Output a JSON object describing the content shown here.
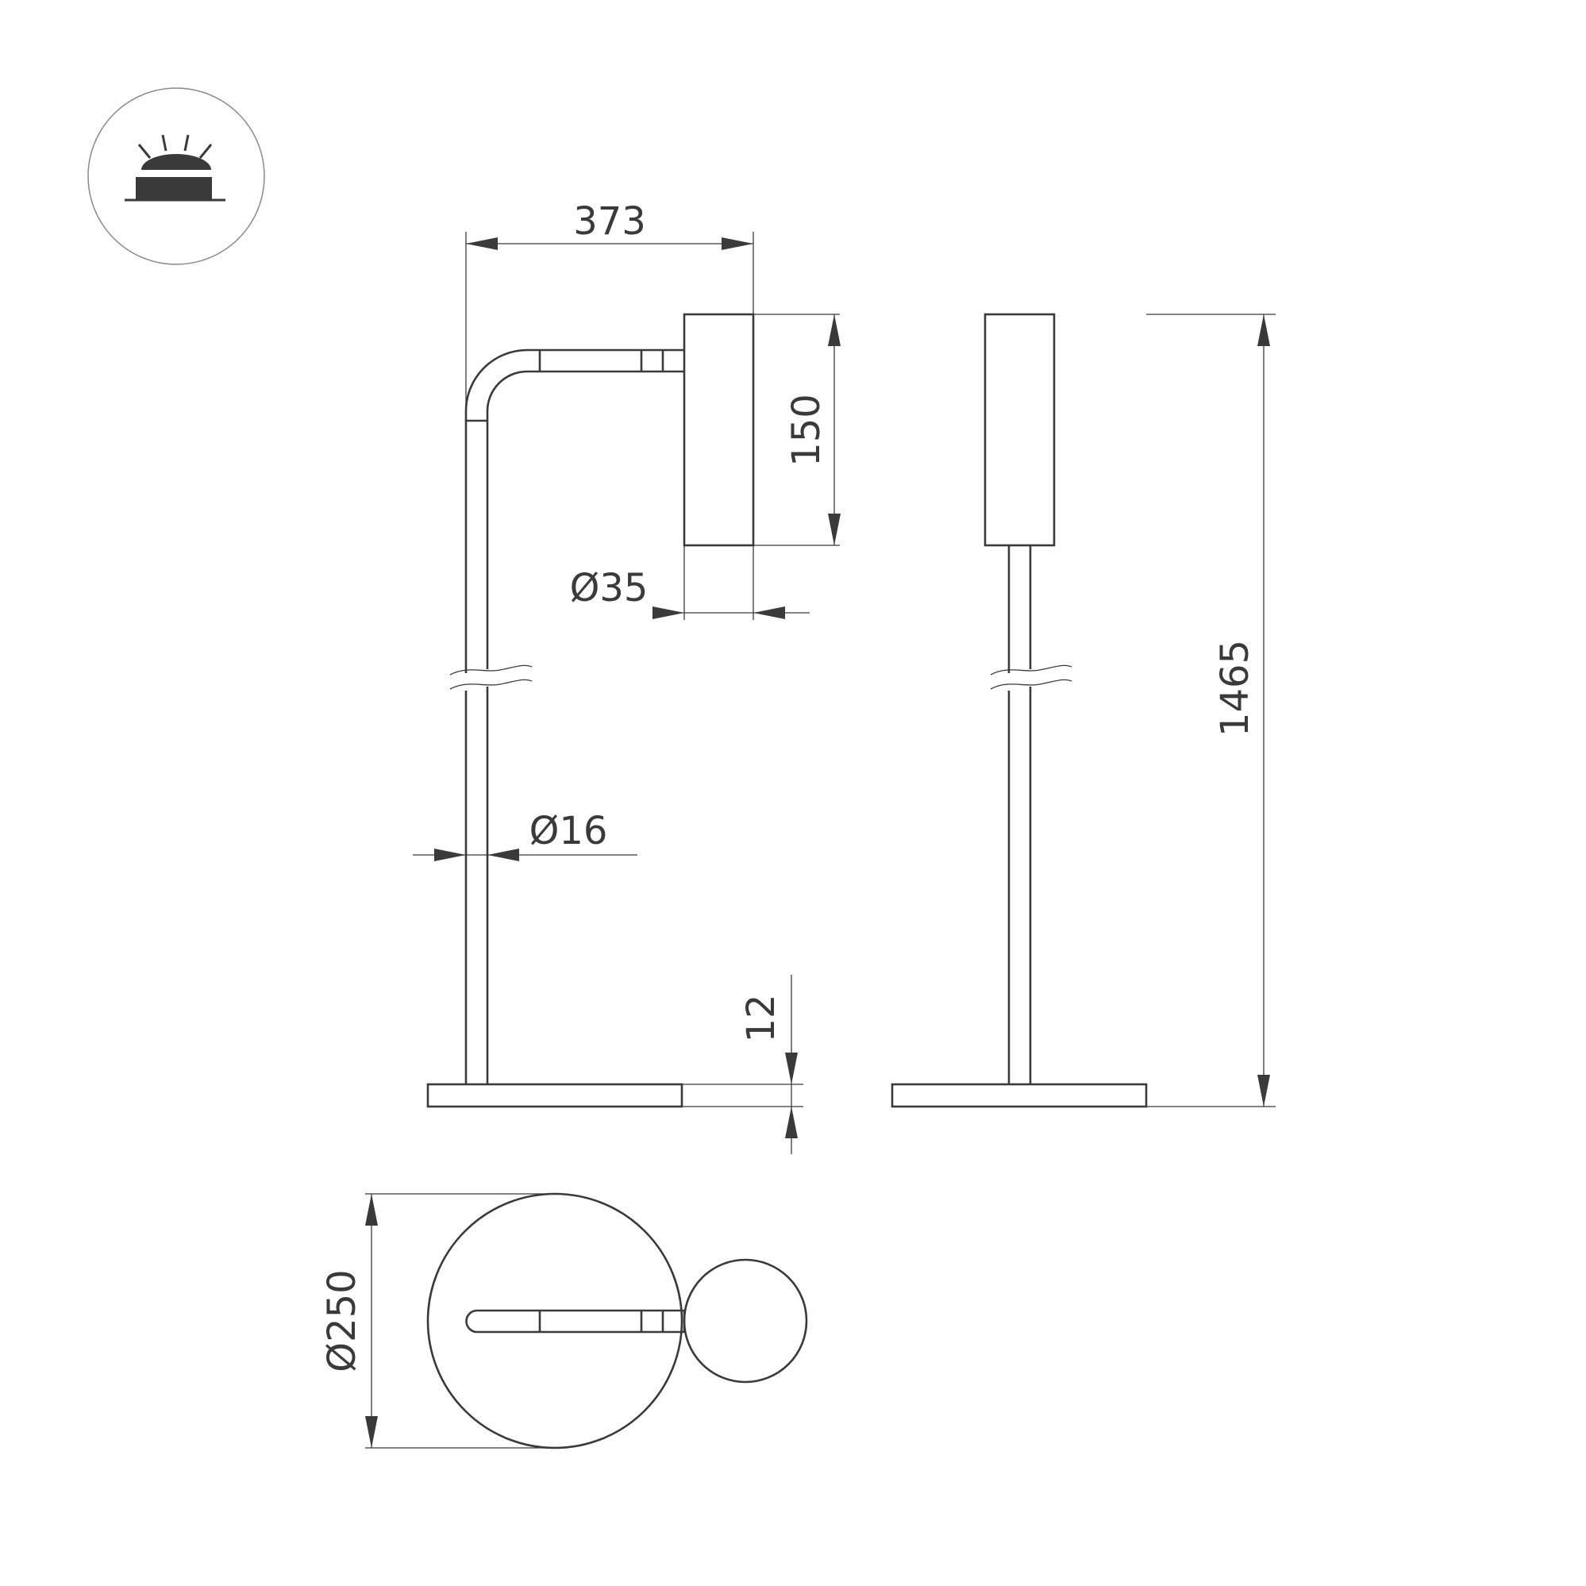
{
  "icon": {
    "name": "ceiling-mounted-light-icon"
  },
  "dimensions": {
    "arm_length": "373",
    "head_height": "150",
    "head_diameter": "Ø35",
    "tube_diameter": "Ø16",
    "base_thickness": "12",
    "total_height": "1465",
    "base_diameter": "Ø250"
  }
}
